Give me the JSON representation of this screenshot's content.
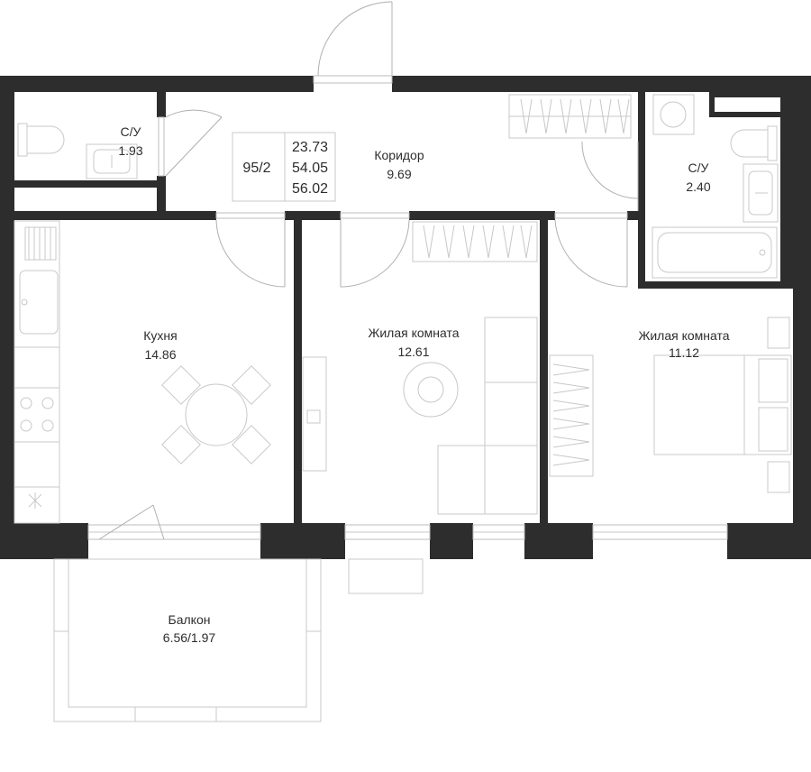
{
  "apartment": {
    "number": "95/2",
    "living_area": "23.73",
    "total_area": "54.05",
    "total_area_with_balcony": "56.02"
  },
  "rooms": {
    "bath_left": {
      "name": "С/У",
      "area": "1.93"
    },
    "corridor": {
      "name": "Коридор",
      "area": "9.69"
    },
    "bath_right": {
      "name": "С/У",
      "area": "2.40"
    },
    "kitchen": {
      "name": "Кухня",
      "area": "14.86"
    },
    "living_1": {
      "name": "Жилая комната",
      "area": "12.61"
    },
    "living_2": {
      "name": "Жилая комната",
      "area": "11.12"
    },
    "balcony": {
      "name": "Балкон",
      "area": "6.56/1.97"
    }
  },
  "colors": {
    "wall": "#2d2d2d",
    "furniture": "#c8c8c8",
    "background": "#ffffff"
  }
}
